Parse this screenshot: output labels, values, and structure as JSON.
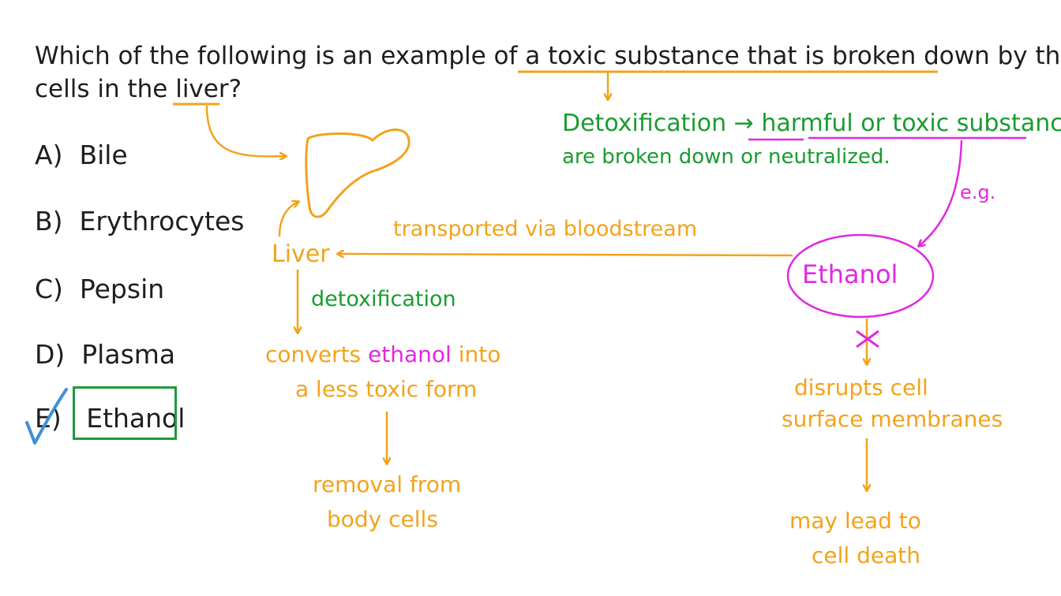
{
  "question": {
    "line1_start": "Which of the following is an example of a ",
    "line1_highlight": "toxic substance that is broken down",
    "line1_end": " by the",
    "line2_start": "cells in the ",
    "line2_highlight": "liver",
    "line2_end": "?"
  },
  "options": [
    {
      "letter": "A)",
      "text": "Bile"
    },
    {
      "letter": "B)",
      "text": "Erythrocytes"
    },
    {
      "letter": "C)",
      "text": "Pepsin"
    },
    {
      "letter": "D)",
      "text": "Plasma"
    },
    {
      "letter": "E)",
      "text": "Ethanol"
    }
  ],
  "definition": {
    "term": "Detoxification",
    "arrow": "→",
    "line1_rest": "harmful or toxic substances",
    "line2": "are broken down or neutralized."
  },
  "labels": {
    "eg": "e.g.",
    "ethanol": "Ethanol",
    "transport": "transported via bloodstream",
    "liver": "Liver",
    "detox": "detoxification",
    "converts_a": "converts ",
    "converts_b": "ethanol",
    "converts_c": " into",
    "less_toxic": "a  less toxic form",
    "removal_1": "removal from",
    "removal_2": "body  cells",
    "disrupts_1": "disrupts  cell",
    "disrupts_2": "surface membranes",
    "death_1": "may lead to",
    "death_2": "cell death"
  },
  "colors": {
    "orange": "#f2a31b",
    "green": "#1a9c30",
    "magenta": "#e029e0",
    "check_blue": "#3f8fd8",
    "box_green": "#1f9a3a"
  }
}
